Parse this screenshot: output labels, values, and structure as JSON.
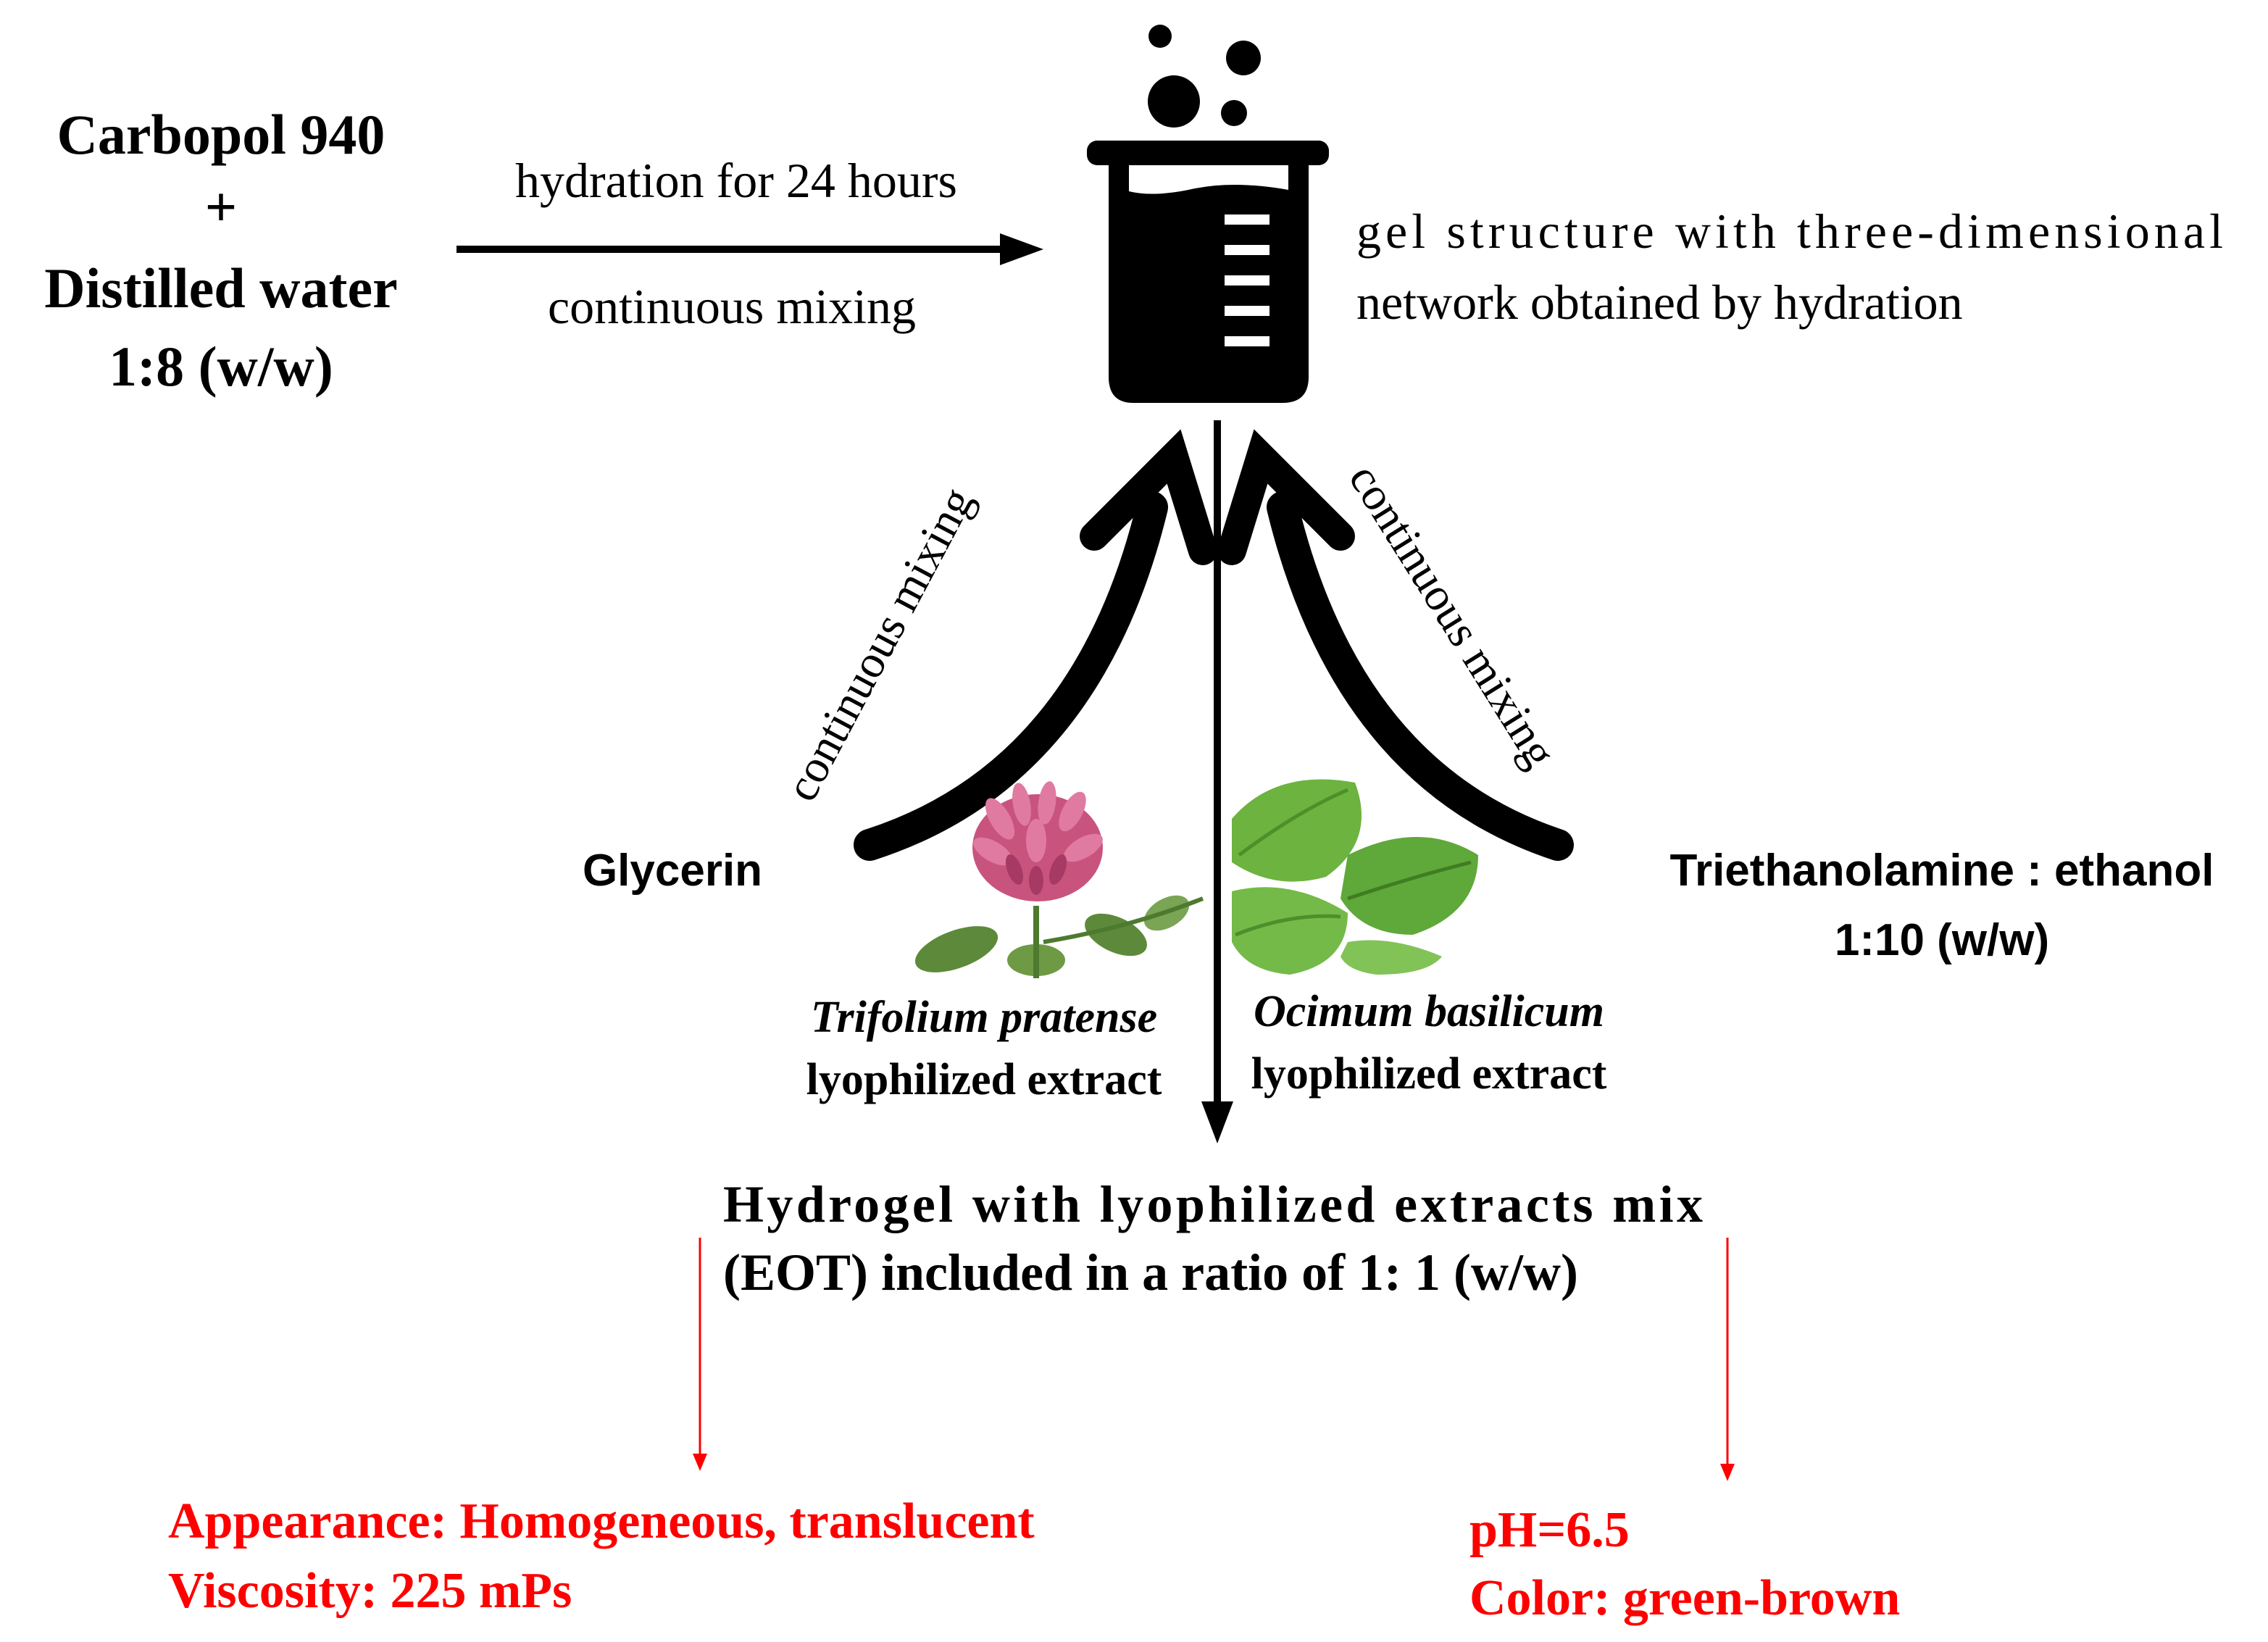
{
  "inputs": {
    "carbopol": "Carbopol 940",
    "plus": "+",
    "water": "Distilled water",
    "ratio": "1:8 (w/w)"
  },
  "process": {
    "hydration": "hydration for 24 hours",
    "mixing": "continuous mixing"
  },
  "gel": {
    "line1": "gel  structure  with  three-dimensional",
    "line2": "network obtained by hydration"
  },
  "left_branch": {
    "mixing": "continuous mixing",
    "reagent": "Glycerin"
  },
  "right_branch": {
    "mixing": "continuous mixing",
    "reagent": "Triethanolamine : ethanol",
    "ratio": "1:10 (w/w)"
  },
  "extracts": {
    "left_species": "Trifolium pratense",
    "left_desc": "lyophilized extract",
    "right_species": "Ocimum basilicum",
    "right_desc": "lyophilized extract"
  },
  "product": {
    "line1": "Hydrogel  with  lyophilized  extracts  mix",
    "line2": "(EOT) included in a ratio of 1: 1 (w/w)"
  },
  "properties_left": {
    "appearance": "Appearance: Homogeneous, translucent",
    "viscosity": "Viscosity: 225 mPs"
  },
  "properties_right": {
    "ph": "pH=6.5",
    "color": "Color: green-brown"
  },
  "colors": {
    "text": "#000000",
    "accent": "#ff0000",
    "clover": "#c8547e",
    "basil": "#5fa83a"
  },
  "icons": [
    "beaker-icon",
    "clover-image",
    "basil-image"
  ]
}
